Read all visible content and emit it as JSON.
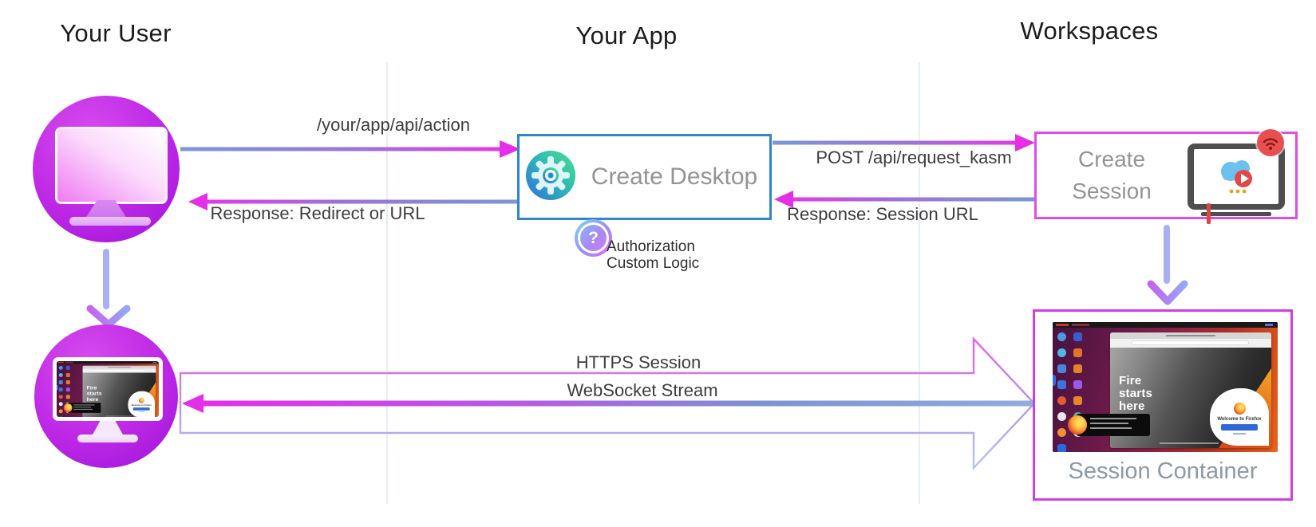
{
  "headers": {
    "your_user": "Your User",
    "your_app": "Your App",
    "workspaces": "Workspaces"
  },
  "nodes": {
    "create_desktop": {
      "label": "Create Desktop"
    },
    "create_session": {
      "line1": "Create",
      "line2": "Session"
    },
    "session_container": {
      "label": "Session Container"
    },
    "authorization": {
      "icon_glyph": "?",
      "line1": "Authorization",
      "line2": "Custom Logic"
    }
  },
  "arrows": {
    "request": {
      "label": "/your/app/api/action"
    },
    "response_redirect": {
      "label": "Response: Redirect or URL"
    },
    "post_request_kasm": {
      "label": "POST /api/request_kasm"
    },
    "response_session_url": {
      "label": "Response: Session URL"
    },
    "https_session": {
      "label": "HTTPS Session"
    },
    "websocket_stream": {
      "label": "WebSocket Stream"
    }
  },
  "desktop_preview": {
    "headline": "Fire starts here",
    "welcome_text": "Welcome to Firefox"
  },
  "colors": {
    "accent_magenta": "#e42ee8",
    "steel_blue": "#7b97d6",
    "periwinkle": "#a6b0f2",
    "create_desktop_border": "#2f86c8",
    "create_session_border": "#e14be8",
    "session_container_border": "#cf3fe0",
    "node_label_gray": "#949494",
    "session_container_label": "#8b99a9",
    "diagram_text": "#3d3d3d",
    "user_circle_purple": "#bd28e6",
    "guide_line": "#dde7f3"
  }
}
